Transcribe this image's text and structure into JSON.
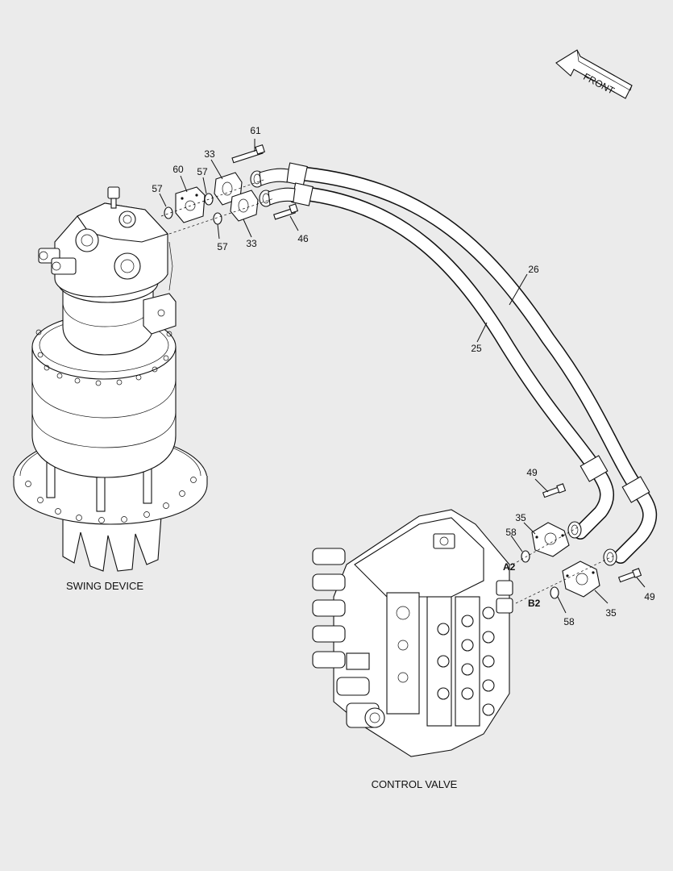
{
  "front_arrow": {
    "label": "FRONT"
  },
  "captions": {
    "swing_device": "SWING DEVICE",
    "control_valve": "CONTROL VALVE"
  },
  "ports": {
    "a2": "A2",
    "b2": "B2"
  },
  "callouts": {
    "c61": "61",
    "c33_top": "33",
    "c60": "60",
    "c57_a": "57",
    "c57_b": "57",
    "c57_c": "57",
    "c33_bottom": "33",
    "c46": "46",
    "c26": "26",
    "c25": "25",
    "c49_top": "49",
    "c35_top": "35",
    "c58_top": "58",
    "c49_bottom": "49",
    "c58_bottom": "58",
    "c35_bottom": "35"
  },
  "colors": {
    "background": "#ebebeb",
    "line": "#111111",
    "fill": "#ffffff"
  }
}
